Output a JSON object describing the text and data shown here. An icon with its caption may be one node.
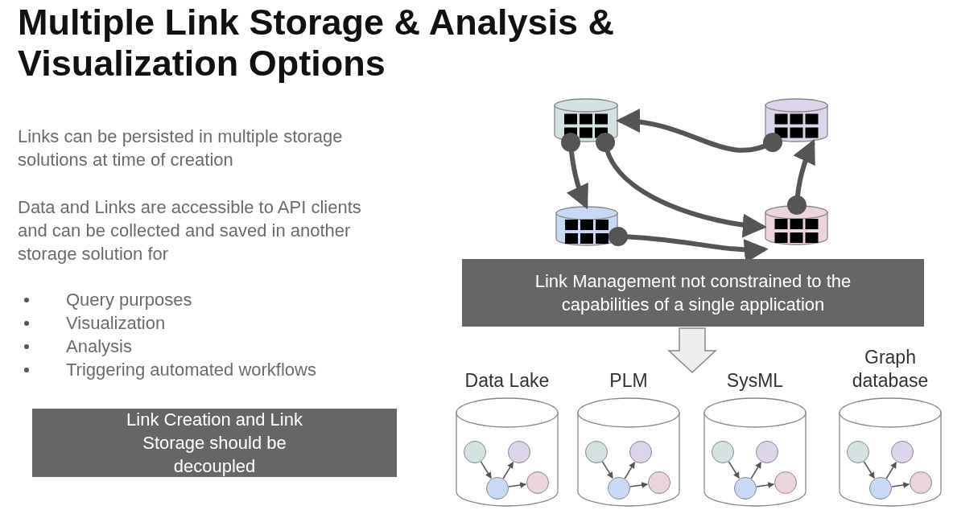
{
  "diagram": {
    "title": "Multiple Link Storage & Analysis & Visualization Options",
    "nodes": [
      {
        "text": [],
        "shape": "cylinder"
      },
      {
        "text": [],
        "shape": "cylinder"
      },
      {
        "text": [],
        "shape": "cylinder"
      },
      {
        "text": [],
        "shape": "cylinder"
      },
      {
        "text": [
          "Link Management not constrained to the capabilities of a single application"
        ]
      },
      {
        "text": [
          "Link Creation and Link Storage should be decoupled"
        ]
      },
      {
        "text": [
          "Data Lake"
        ]
      },
      {
        "text": [],
        "shape": "circle",
        "in": 6
      },
      {
        "text": [],
        "shape": "circle",
        "in": 6
      },
      {
        "text": [],
        "shape": "circle",
        "in": 6
      },
      {
        "text": [],
        "shape": "circle",
        "in": 6
      },
      {
        "text": [
          "PLM"
        ]
      },
      {
        "text": [],
        "shape": "circle",
        "in": 11
      },
      {
        "text": [],
        "shape": "circle",
        "in": 11
      },
      {
        "text": [],
        "shape": "circle",
        "in": 11
      },
      {
        "text": [],
        "shape": "circle",
        "in": 11
      },
      {
        "text": [
          "SysML"
        ]
      },
      {
        "text": [],
        "shape": "circle",
        "in": 16
      },
      {
        "text": [],
        "shape": "circle",
        "in": 16
      },
      {
        "text": [],
        "shape": "circle",
        "in": 16
      },
      {
        "text": [],
        "shape": "circle",
        "in": 16
      },
      {
        "text": [
          "Graph database"
        ]
      },
      {
        "text": [],
        "shape": "circle",
        "in": 21
      },
      {
        "text": [],
        "shape": "circle",
        "in": 21
      },
      {
        "text": [],
        "shape": "circle",
        "in": 21
      },
      {
        "text": [],
        "shape": "circle",
        "in": 21
      }
    ],
    "edges": [
      {
        "from": 0,
        "to": 2,
        "arrow": "to",
        "style": "thick"
      },
      {
        "from": 1,
        "to": 0,
        "arrow": "to",
        "style": "thick"
      },
      {
        "from": 0,
        "to": 3,
        "arrow": "to",
        "style": "thick"
      },
      {
        "from": 2,
        "to": 3,
        "arrow": "to",
        "style": "thick"
      },
      {
        "from": 3,
        "to": 1,
        "arrow": "to",
        "style": "thick"
      },
      {
        "from": 4,
        "to": null,
        "arrow": "to",
        "style": "thick",
        "color": "#eeeeee"
      },
      {
        "from": 7,
        "to": 9,
        "arrow": "to"
      },
      {
        "from": 9,
        "to": 8,
        "arrow": "to"
      },
      {
        "from": 9,
        "to": 10,
        "arrow": "to"
      },
      {
        "from": 12,
        "to": 14,
        "arrow": "to"
      },
      {
        "from": 14,
        "to": 13,
        "arrow": "to"
      },
      {
        "from": 14,
        "to": 15,
        "arrow": "to"
      },
      {
        "from": 17,
        "to": 19,
        "arrow": "to"
      },
      {
        "from": 19,
        "to": 18,
        "arrow": "to"
      },
      {
        "from": 19,
        "to": 20,
        "arrow": "to"
      },
      {
        "from": 22,
        "to": 24,
        "arrow": "to"
      },
      {
        "from": 24,
        "to": 23,
        "arrow": "to"
      },
      {
        "from": 24,
        "to": 25,
        "arrow": "to"
      }
    ],
    "labels": [
      "Links can be persisted in multiple storage solutions at time of creation",
      "Data and Links are accessible to API clients and can be collected and saved in another storage solution for",
      "Query purposes",
      "Visualization",
      "Analysis",
      "Triggering automated workflows"
    ]
  }
}
